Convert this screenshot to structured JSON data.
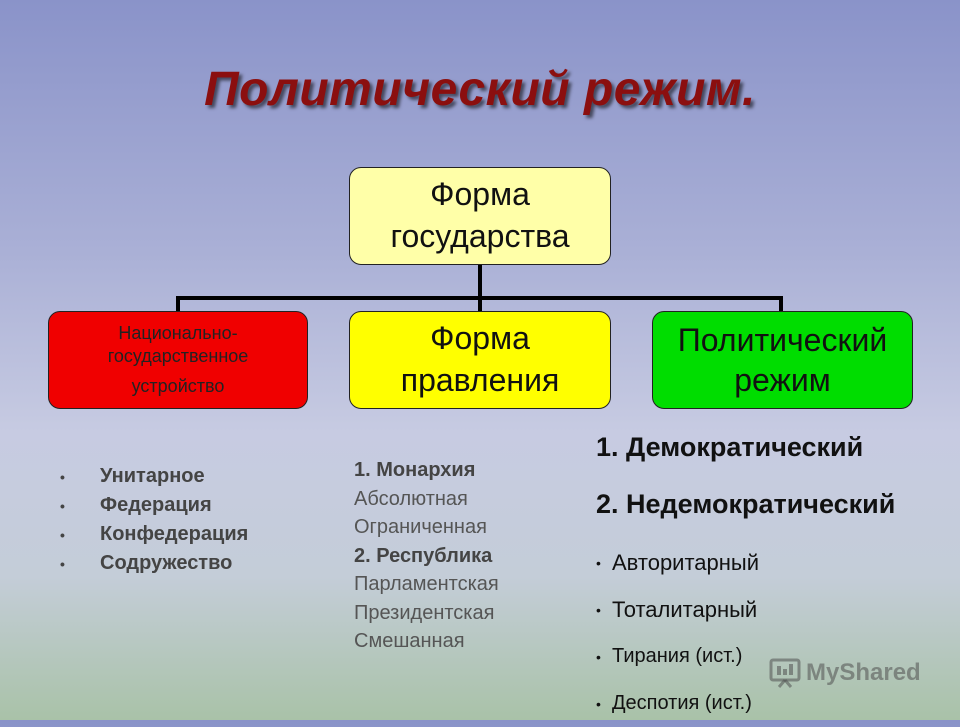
{
  "title": "Политический режим.",
  "top_box": {
    "line1": "Форма",
    "line2": "государства"
  },
  "nat_box": {
    "line1": "Национально-",
    "line2": "государственное",
    "line3": "устройство"
  },
  "form_box": {
    "line1": "Форма",
    "line2": "правления"
  },
  "pol_box": {
    "line1": "Политический",
    "line2": "режим"
  },
  "territorial_list": [
    "Унитарное",
    "Федерация",
    "Конфедерация",
    "Содружество"
  ],
  "government_list": {
    "monarchy": "1. Монархия",
    "monarchy_types": [
      "Абсолютная",
      "Ограниченная"
    ],
    "republic": "2. Республика",
    "republic_types": [
      "Парламентская",
      "Президентская",
      "Смешанная"
    ]
  },
  "regime_list": {
    "democratic": "1. Демократический",
    "nondemocratic": "2. Недемократический",
    "types": [
      "Авторитарный",
      "Тоталитарный",
      "Тирания (ист.)",
      "Деспотия (ист.)"
    ]
  },
  "watermark": "MyShared",
  "colors": {
    "title": "#8b0f0f",
    "top_box": "#ffffa8",
    "nat_box": "#f00000",
    "form_box": "#ffff00",
    "pol_box": "#00dd00"
  }
}
